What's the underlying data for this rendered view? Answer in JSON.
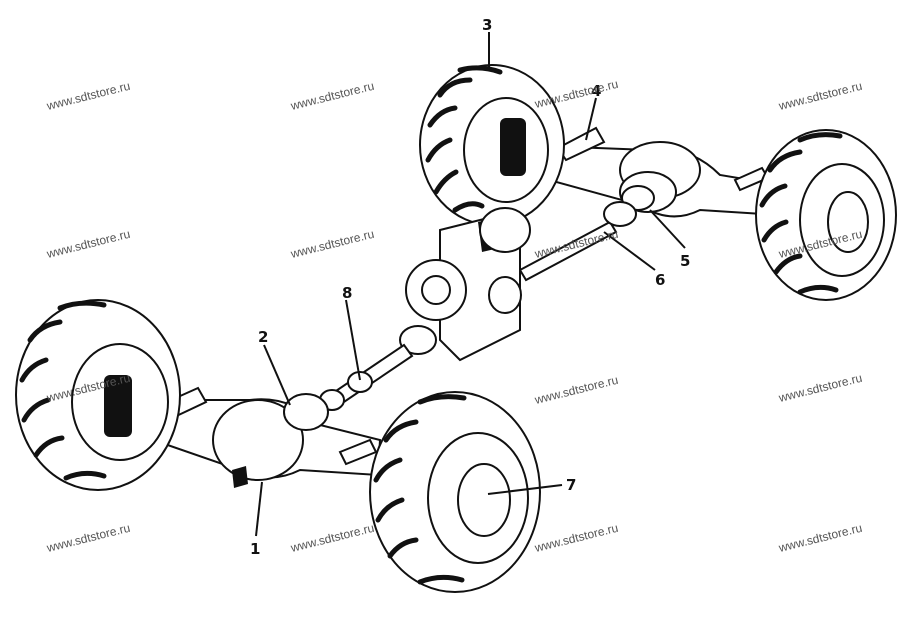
{
  "watermark": "www.sdtstore.ru",
  "callouts": {
    "c1": "1",
    "c2": "2",
    "c3": "3",
    "c4": "4",
    "c5": "5",
    "c6": "6",
    "c7": "7",
    "c8": "8"
  }
}
